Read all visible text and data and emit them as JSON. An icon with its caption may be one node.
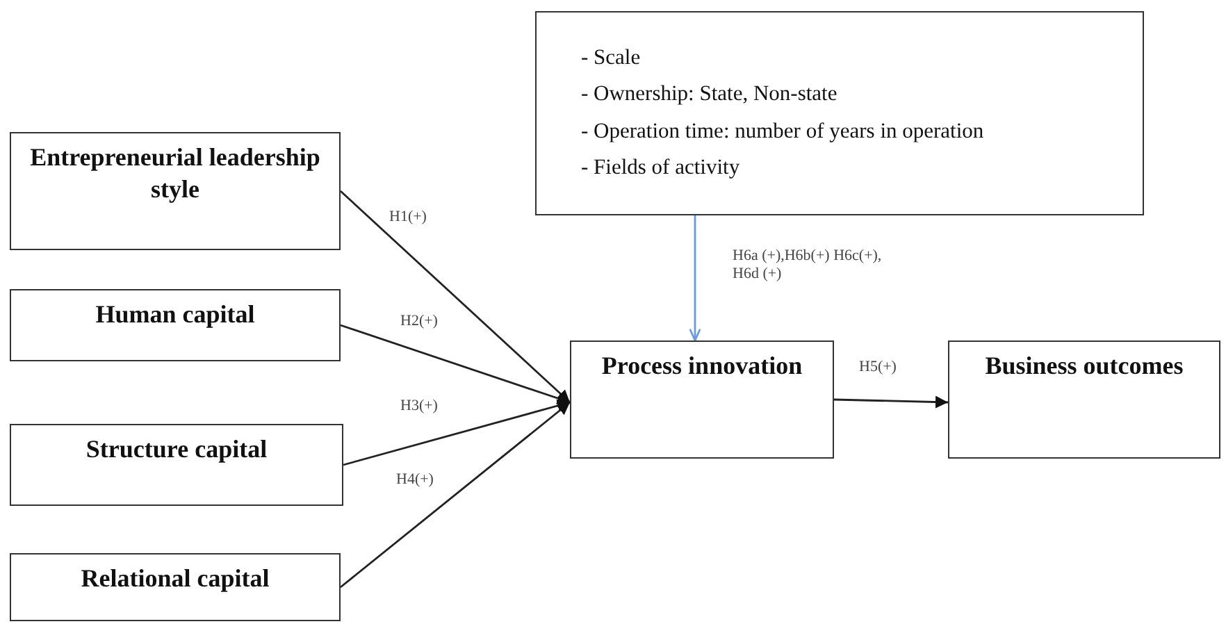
{
  "diagram": {
    "nodes": [
      {
        "text": [
          "- Scale",
          "- Ownership: State, Non-state",
          "- Operation time: number of years in operation",
          "- Fields of activity"
        ]
      },
      {
        "text": [
          "Entrepreneurial leadership style"
        ]
      },
      {
        "text": [
          "Human capital"
        ]
      },
      {
        "text": [
          "Structure capital"
        ]
      },
      {
        "text": [
          "Relational capital"
        ]
      },
      {
        "text": [
          "Process innovation"
        ]
      },
      {
        "text": [
          "Business outcomes"
        ]
      }
    ],
    "edges": [
      {
        "from": 1,
        "to": 5,
        "arrow": "to",
        "label": "H1(+)"
      },
      {
        "from": 2,
        "to": 5,
        "arrow": "to",
        "label": "H2(+)"
      },
      {
        "from": 3,
        "to": 5,
        "arrow": "to",
        "label": "H3(+)"
      },
      {
        "from": 4,
        "to": 5,
        "arrow": "to",
        "label": "H4(+)"
      },
      {
        "from": 0,
        "to": 5,
        "arrow": "to",
        "label": "H6a (+),H6b(+) H6c(+), H6d (+)",
        "color": "#6a9ad8"
      },
      {
        "from": 5,
        "to": 6,
        "arrow": "to",
        "label": "H5(+)"
      }
    ]
  }
}
